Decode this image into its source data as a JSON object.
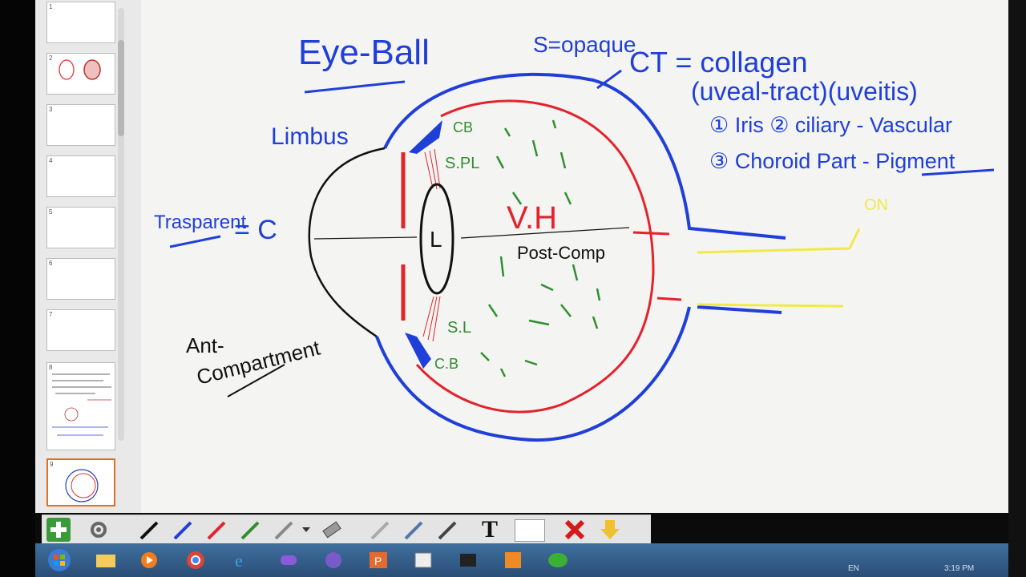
{
  "app": {
    "thumbnails": [
      {
        "num": "1"
      },
      {
        "num": "2"
      },
      {
        "num": "3"
      },
      {
        "num": "4"
      },
      {
        "num": "5"
      },
      {
        "num": "6"
      },
      {
        "num": "7"
      },
      {
        "num": "8"
      },
      {
        "num": "9"
      }
    ]
  },
  "drawing": {
    "title": "Eye-Ball",
    "sclera_note": "S=opaque",
    "ct_note": "CT = collagen",
    "uveal_tract": "(uveal-tract)(uveitis)",
    "uveal_items_line1": "① Iris ② ciliary - Vascular",
    "uveal_items_line2": "③ Choroid Part  - Pigment",
    "limbus": "Limbus",
    "transparent": "Trasparent",
    "cornea_label": "= C",
    "lens": "L",
    "cb_top": "CB",
    "spl": "S.PL",
    "sl": "S.L",
    "cb_bottom": "C.B",
    "vh": "V.H",
    "post_comp": "Post-Comp",
    "ant_compartment_1": "Ant-",
    "ant_compartment_2": "Compartment",
    "optic_label": "ON"
  },
  "toolbar": {
    "tools": [
      "add-page",
      "settings",
      "pen-black",
      "pen-blue",
      "pen-red",
      "pen-green",
      "pen-grey",
      "pen-dropdown",
      "eraser",
      "pen-grey-2",
      "pen-blue-2",
      "pen-dark",
      "text-tool",
      "rectangle",
      "delete",
      "download"
    ],
    "text_tool_label": "T"
  },
  "taskbar": {
    "apps": [
      "start",
      "file-explorer",
      "media-player",
      "chrome",
      "internet-explorer",
      "games",
      "browser",
      "powerpoint",
      "paint",
      "media",
      "pdf",
      "wechat"
    ],
    "lang": "EN",
    "time": "3:19 PM"
  },
  "colors": {
    "blue_ink": "#1f3fd8",
    "red_ink": "#e3232b",
    "green_ink": "#2f8f2f",
    "black_ink": "#111111",
    "yellow_ink": "#f1e94a"
  }
}
